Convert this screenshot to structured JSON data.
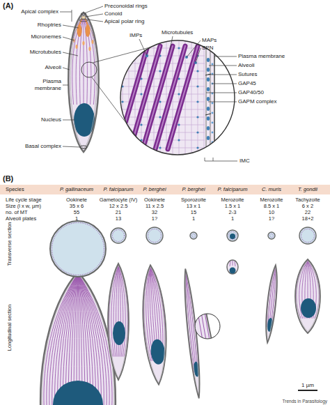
{
  "diagram": {
    "nodes": [
      {
        "text": [
          "Species",
          "P. gallinaceum",
          "P. falciparum",
          "P. berghei",
          "P. berghei",
          "P. falciparum",
          "C. muris",
          "T. gondii"
        ]
      }
    ],
    "labels": [
      "(A)",
      "Apical complex",
      "Rhoptries",
      "Micronemes",
      "Microtubules",
      "Alveoli",
      "Plasma membrane",
      "Nucleus",
      "Basal complex",
      "Preconoidal rings",
      "Conoid",
      "Apical polar ring",
      "IMPs",
      "Microtubules",
      "MAPs",
      "SPN",
      "Plasma membrane",
      "Alveoli",
      "Sutures",
      "GAP45",
      "GAP40/50",
      "GAPM complex",
      "IMC",
      "(B)",
      "Life cycle stage",
      "Ookinete",
      "Gametocyte (IV)",
      "Ookinete",
      "Sporozoite",
      "Merozoite",
      "Merozoite",
      "Tachyzoite",
      "Size (l x w, µm)",
      "35 x 6",
      "12 x 2.5",
      "11 x 2.5",
      "13 x 1",
      "1.5 x 1",
      "8.5 x 1",
      "6 x 2",
      "no. of MT",
      "55",
      "21",
      "32",
      "15",
      "2-3",
      "10",
      "22",
      "Alveoli plates",
      "1",
      "13",
      "1?",
      "1",
      "1",
      "1?",
      "18+2",
      "Transverse section",
      "Longitudinal section",
      "1 µm",
      "Trends in Parasitology"
    ]
  }
}
